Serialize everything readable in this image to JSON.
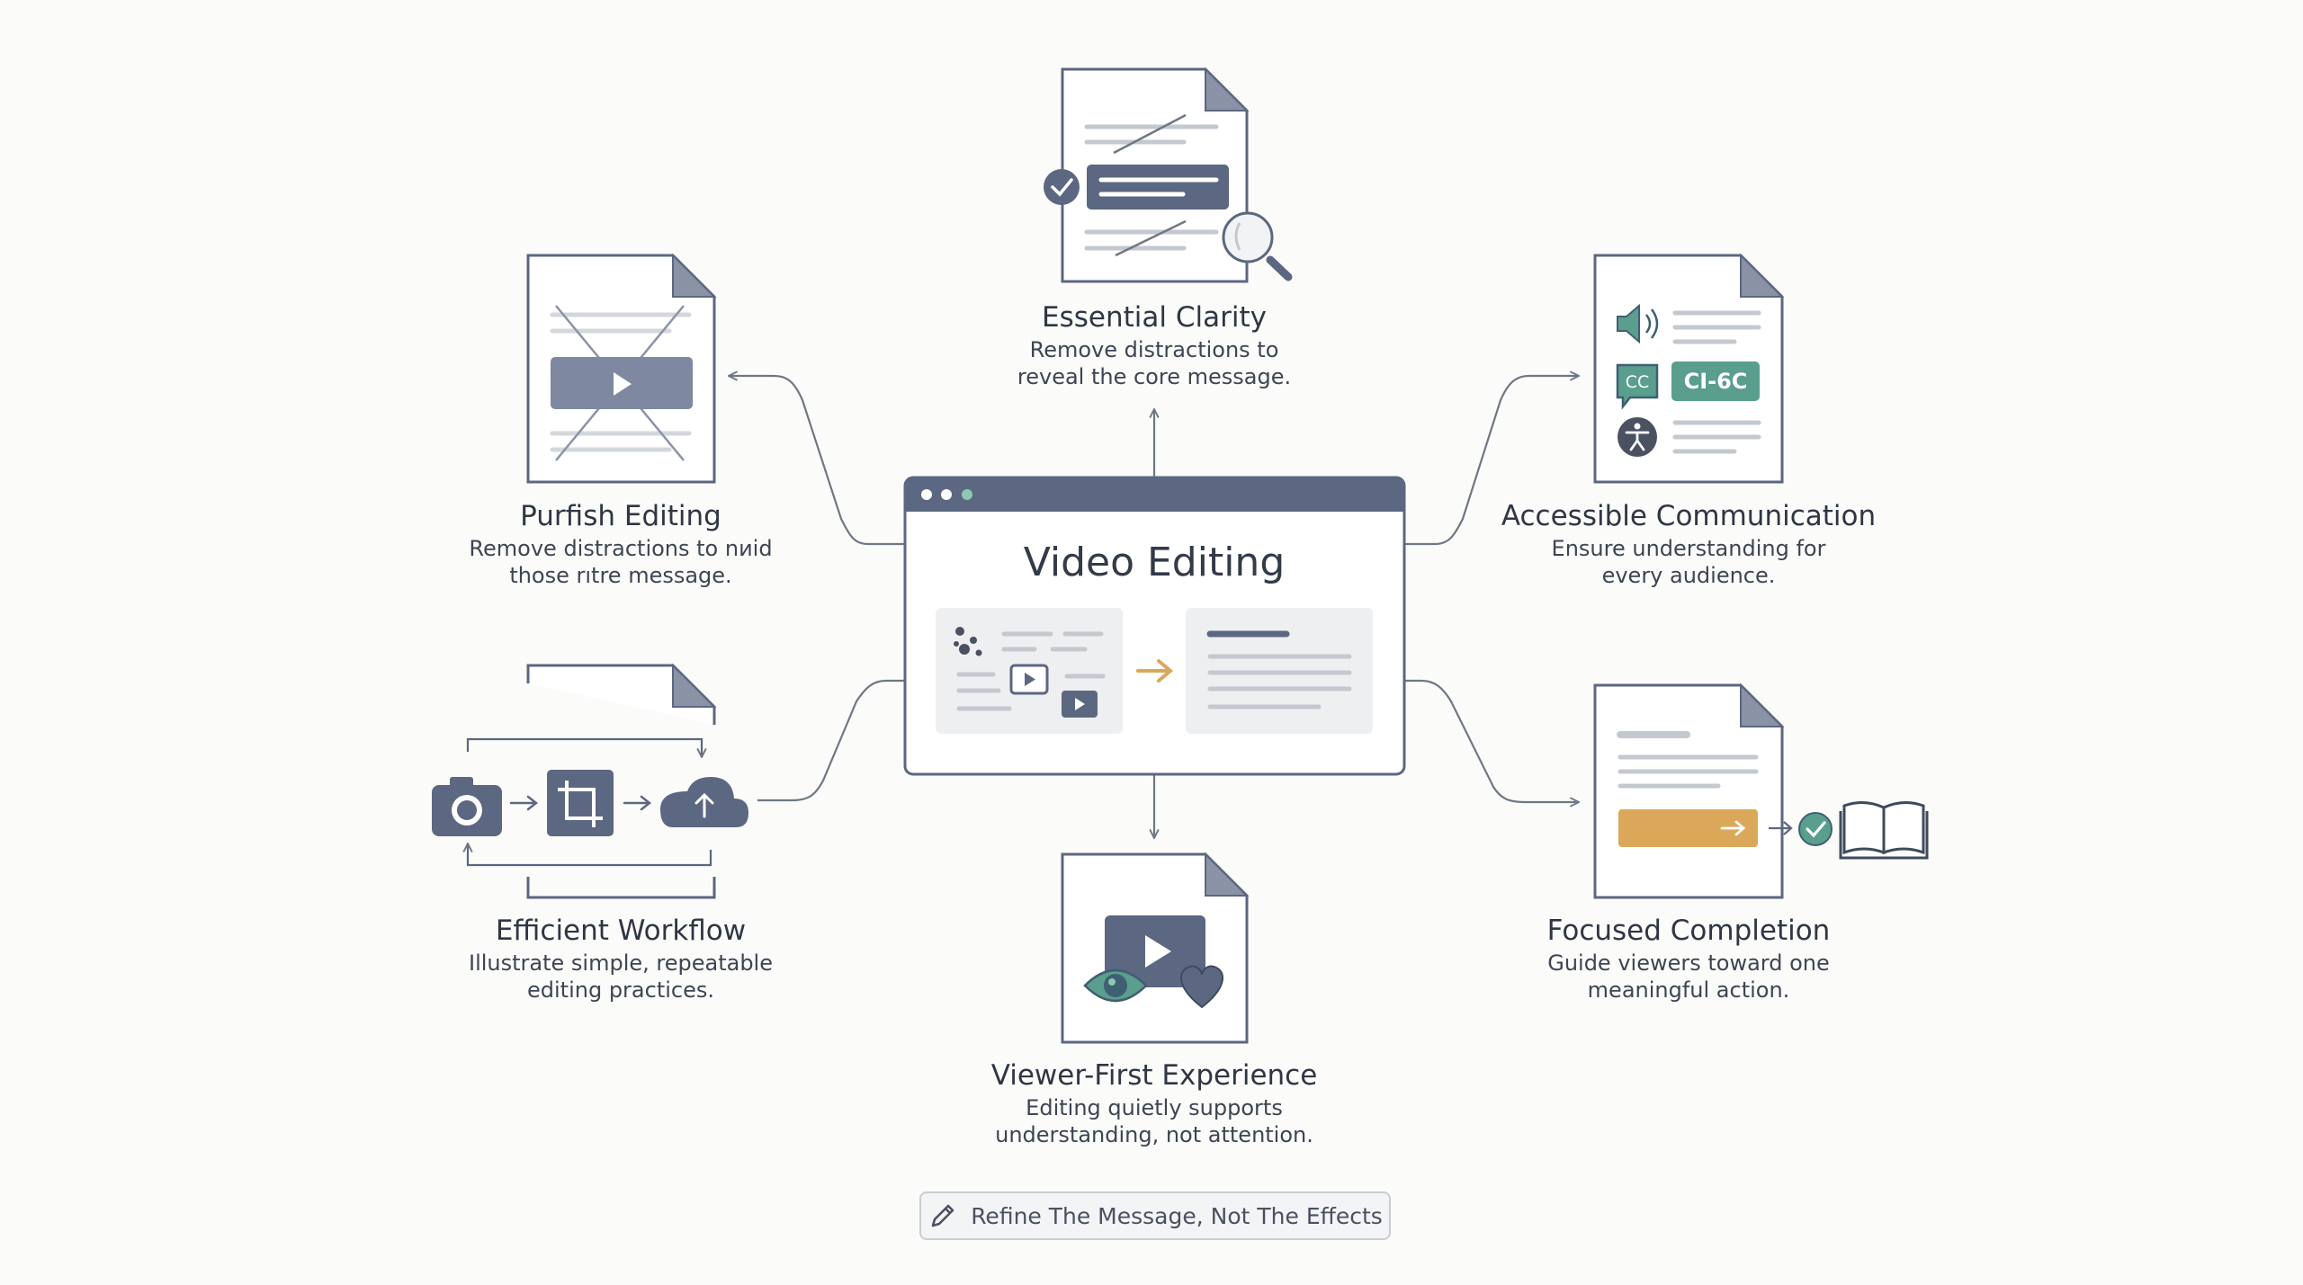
{
  "diagram": {
    "center": {
      "title": "Video Editing"
    },
    "nodes": {
      "essential_clarity": {
        "title": "Essential Clarity",
        "desc1": "Remove distractions to",
        "desc2": "reveal the core message."
      },
      "purfish_editing": {
        "title": "Purfish Editing",
        "desc1": "Remove distractions to nиid",
        "desc2": "those rıtre message."
      },
      "accessible_communication": {
        "title": "Accessible Communication",
        "desc1": "Ensure understanding for",
        "desc2": "every audience.",
        "cc_label": "CC",
        "caption_label": "CI-6C"
      },
      "efficient_workflow": {
        "title": "Efficient Workflow",
        "desc1": "Illustrate simple, repeatable",
        "desc2": "editing practices."
      },
      "focused_completion": {
        "title": "Focused Completion",
        "desc1": "Guide viewers toward one",
        "desc2": "meaningful action."
      },
      "viewer_first": {
        "title": "Viewer-First Experience",
        "desc1": "Editing quietly supports",
        "desc2": "understanding, not attention."
      }
    },
    "tagline": "Refine The Message, Not The Effects",
    "colors": {
      "slate": "#5c6781",
      "teal": "#5a9e8e",
      "amber": "#dba85a",
      "line": "#6f7785",
      "paper": "#ffffff"
    }
  }
}
